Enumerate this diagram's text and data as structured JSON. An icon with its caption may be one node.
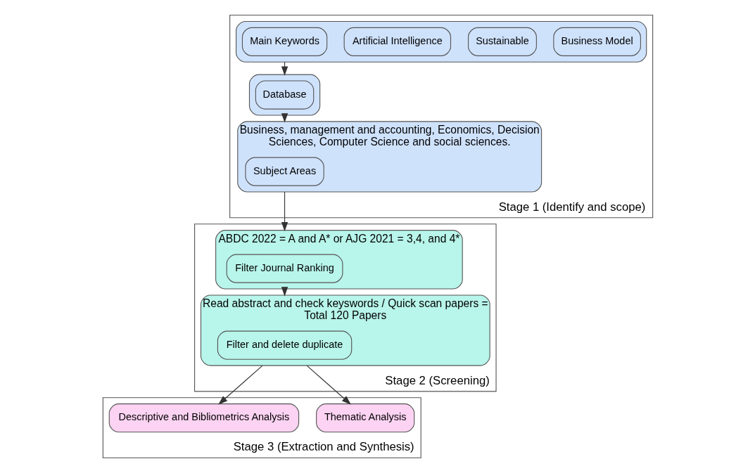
{
  "diagram": {
    "nodes": [
      {
        "text": [
          "Stage 1 (Identify and scope)"
        ]
      },
      {
        "text": [],
        "shape": "box",
        "in": 0
      },
      {
        "text": [
          "Main Keywords"
        ],
        "in": 1
      },
      {
        "text": [
          "Artificial Intelligence"
        ],
        "in": 1
      },
      {
        "text": [
          "Sustainable"
        ],
        "in": 1
      },
      {
        "text": [
          "Business Model"
        ],
        "in": 1
      },
      {
        "text": [],
        "shape": "box",
        "in": 0
      },
      {
        "text": [
          "Database"
        ],
        "in": 6
      },
      {
        "text": [
          "Business, management and accounting, Economics, Decision Sciences, Computer Science and social sciences."
        ],
        "in": 0
      },
      {
        "text": [
          "Subject Areas"
        ],
        "in": 8
      },
      {
        "text": [
          "Stage 2 (Screening)"
        ]
      },
      {
        "text": [
          "ABDC 2022 = A and A* or AJG 2021 = 3,4, and 4*"
        ],
        "in": 10
      },
      {
        "text": [
          "Filter Journal Ranking"
        ],
        "in": 11
      },
      {
        "text": [
          "Read abstract and check keyswords / Quick scan papers = Total 120 Papers"
        ],
        "in": 10
      },
      {
        "text": [
          "Filter and delete duplicate"
        ],
        "in": 13
      },
      {
        "text": [
          "Stage 3 (Extraction and Synthesis)"
        ]
      },
      {
        "text": [
          "Descriptive and Bibliometrics Analysis"
        ],
        "in": 15
      },
      {
        "text": [
          "Thematic Analysis"
        ],
        "in": 15
      }
    ],
    "edges": [
      {
        "from": 1,
        "to": 6,
        "arrow": "to"
      },
      {
        "from": 6,
        "to": 8,
        "arrow": "to"
      },
      {
        "from": 8,
        "to": 11,
        "arrow": "to"
      },
      {
        "from": 11,
        "to": 13,
        "arrow": "to"
      },
      {
        "from": 13,
        "to": 16,
        "arrow": "to"
      },
      {
        "from": 13,
        "to": 17,
        "arrow": "to"
      }
    ]
  }
}
